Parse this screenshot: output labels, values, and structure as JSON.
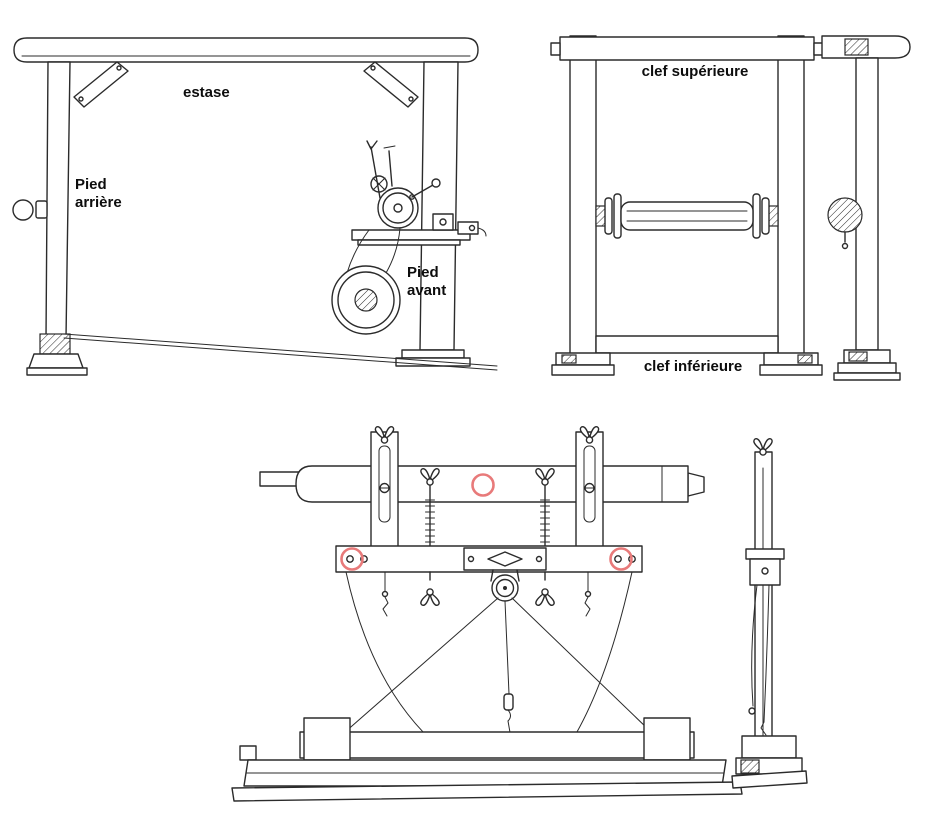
{
  "canvas": {
    "background": "#ffffff",
    "ink": "#2b2b2b"
  },
  "figure_trestle_side": {
    "labels": {
      "estase": "estase",
      "pied_arriere_line1": "Pied",
      "pied_arriere_line2": "arrière",
      "pied_avant_line1": "Pied",
      "pied_avant_line2": "avant"
    }
  },
  "figure_frame_front": {
    "labels": {
      "clef_superieure": "clef supérieure",
      "clef_inferieure": "clef inférieure"
    }
  },
  "figure_tensioner_front": {
    "highlight_color": "#e87a7a"
  }
}
